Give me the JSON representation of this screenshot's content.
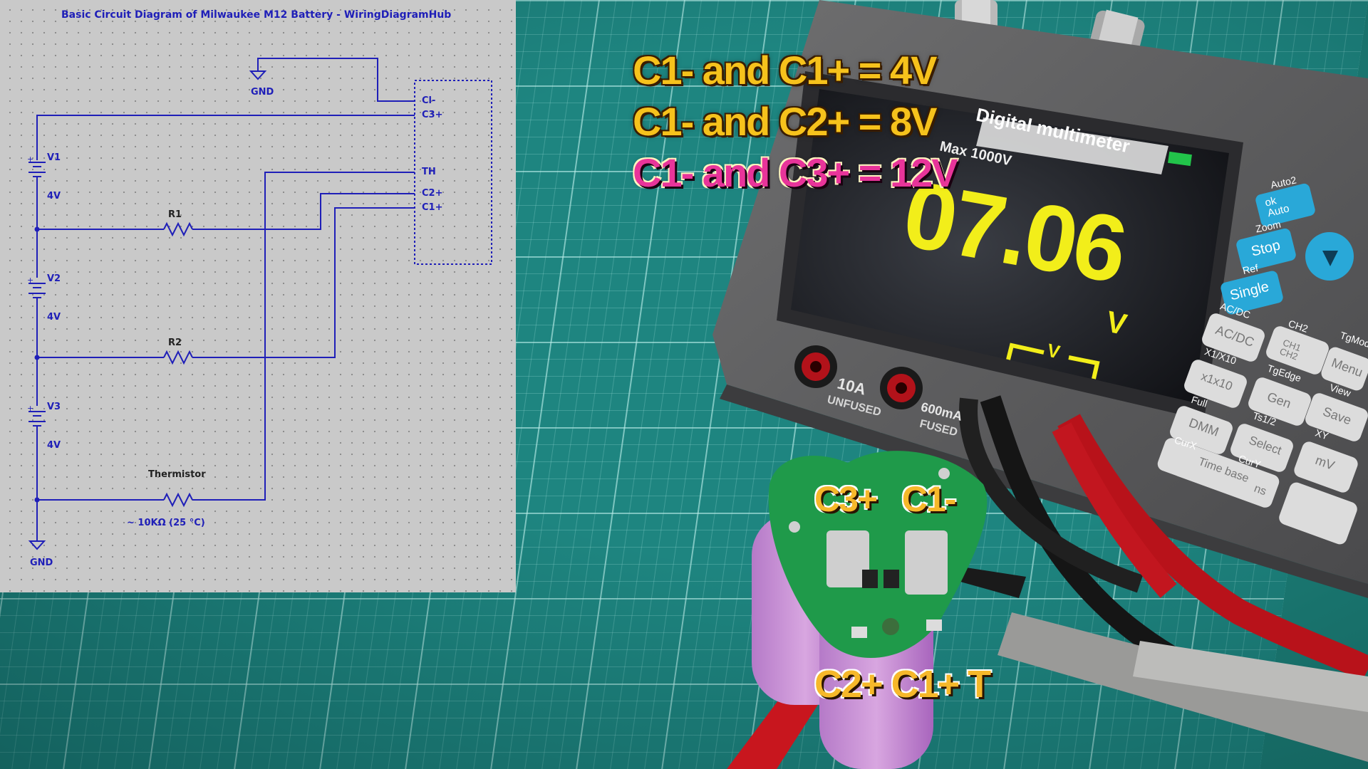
{
  "schematic": {
    "title": "Basic Circuit Diagram of Milwaukee M12 Battery - WiringDiagramHub",
    "gnd_top": "GND",
    "gnd_bottom": "GND",
    "connector_pins": [
      "Cl-",
      "C3+",
      "TH",
      "C2+",
      "C1+"
    ],
    "batteries": [
      {
        "name": "V1",
        "value": "4V"
      },
      {
        "name": "V2",
        "value": "4V"
      },
      {
        "name": "V3",
        "value": "4V"
      }
    ],
    "resistors": [
      "R1",
      "R2"
    ],
    "thermistor_label": "Thermistor",
    "thermistor_value": "~ 10KΩ (25 °C)",
    "line_color": "#1f1fb8"
  },
  "overlay": {
    "line1": "C1- and C1+ = 4V",
    "line2": "C1- and C2+ = 8V",
    "line3": "C1- and C3+ = 12V",
    "pin_top": "C3+   C1-",
    "pin_bottom": "C2+ C1+ T"
  },
  "meter": {
    "screen_title": "Digital multimeter",
    "screen_max": "Max 1000V",
    "reading": "07.06",
    "unit": "V",
    "mode": "V",
    "port_10a": "10A",
    "port_10a_sub": "UNFUSED",
    "port_600ma": "600mA",
    "port_600ma_sub": "FUSED",
    "buttons": [
      {
        "top": "Auto2",
        "label": "ok\nAuto"
      },
      {
        "top": "Zoom",
        "label": "Stop"
      },
      {
        "top": "Ref",
        "label": "Single"
      },
      {
        "top": "AC/DC",
        "label": "AC/DC"
      },
      {
        "top": "CH2",
        "label": "CH1\nCH2"
      },
      {
        "top": "TgMode",
        "label": "Menu"
      },
      {
        "top": "X1/X10",
        "label": "x1x10"
      },
      {
        "top": "TgEdge",
        "label": "Gen"
      },
      {
        "top": "View",
        "label": "Save"
      },
      {
        "top": "Full",
        "label": "DMM"
      },
      {
        "top": "Ts1/2",
        "label": "Select"
      },
      {
        "top": "XY",
        "label": "mV"
      },
      {
        "top": "CurX",
        "label": "Time base"
      },
      {
        "top": "CurY",
        "label": "ns"
      }
    ]
  },
  "colors": {
    "overlay_yellow": "#f6c21c",
    "overlay_magenta": "#e8349a",
    "meter_reading": "#f2ee1a",
    "mat": "#1e8580",
    "pcb": "#1f9a4a"
  }
}
